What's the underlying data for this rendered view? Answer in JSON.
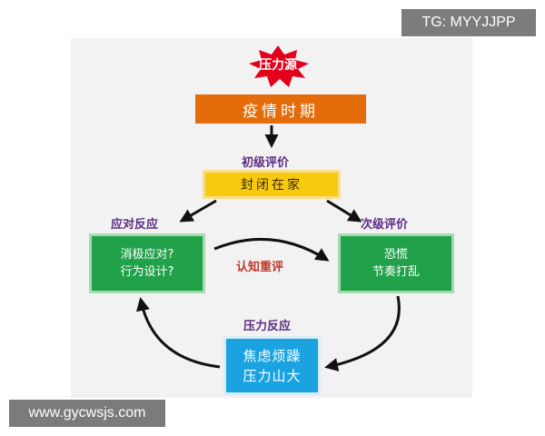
{
  "watermarks": {
    "top": "TG: MYYJJPP",
    "bottom": "www.gycwsjs.com"
  },
  "diagram": {
    "stressor_badge": "压力源",
    "stress_period": "疫情时期",
    "primary_appraisal_label": "初级评价",
    "home_box": "封闭在家",
    "coping_label": "应对反应",
    "coping_lines": [
      "消极应对?",
      "行为设计?"
    ],
    "secondary_appraisal_label": "次级评价",
    "secondary_lines": [
      "恐慌",
      "节奏打乱"
    ],
    "reappraisal_label": "认知重评",
    "stress_response_label": "压力反应",
    "stress_response_lines": [
      "焦虑烦躁",
      "压力山大"
    ]
  },
  "colors": {
    "orange": "#e46c0a",
    "yellow": "#f7c90f",
    "green": "#21a24a",
    "blue": "#1aa3e0",
    "purple_text": "#5b2d82",
    "red_text": "#c0392b",
    "star_red": "#e3001b"
  }
}
